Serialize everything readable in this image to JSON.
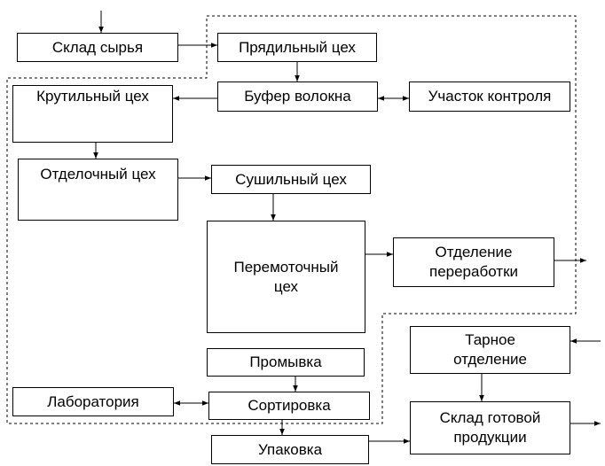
{
  "diagram": {
    "nodes": {
      "raw_warehouse": "Склад сырья",
      "spinning_shop": "Прядильный цех",
      "fiber_buffer": "Буфер волокна",
      "control_section": "Участок контроля",
      "twisting_shop": "Крутильный цех",
      "finishing_shop": "Отделочный цех",
      "drying_shop": "Сушильный цех",
      "rewinding_shop": "Перемоточный\nцех",
      "processing_department": "Отделение\nпереработки",
      "washing": "Промывка",
      "laboratory": "Лаборатория",
      "sorting": "Сортировка",
      "packing": "Упаковка",
      "container_department": "Тарное\nотделение",
      "finished_goods_warehouse": "Склад готовой\nпродукции"
    }
  }
}
